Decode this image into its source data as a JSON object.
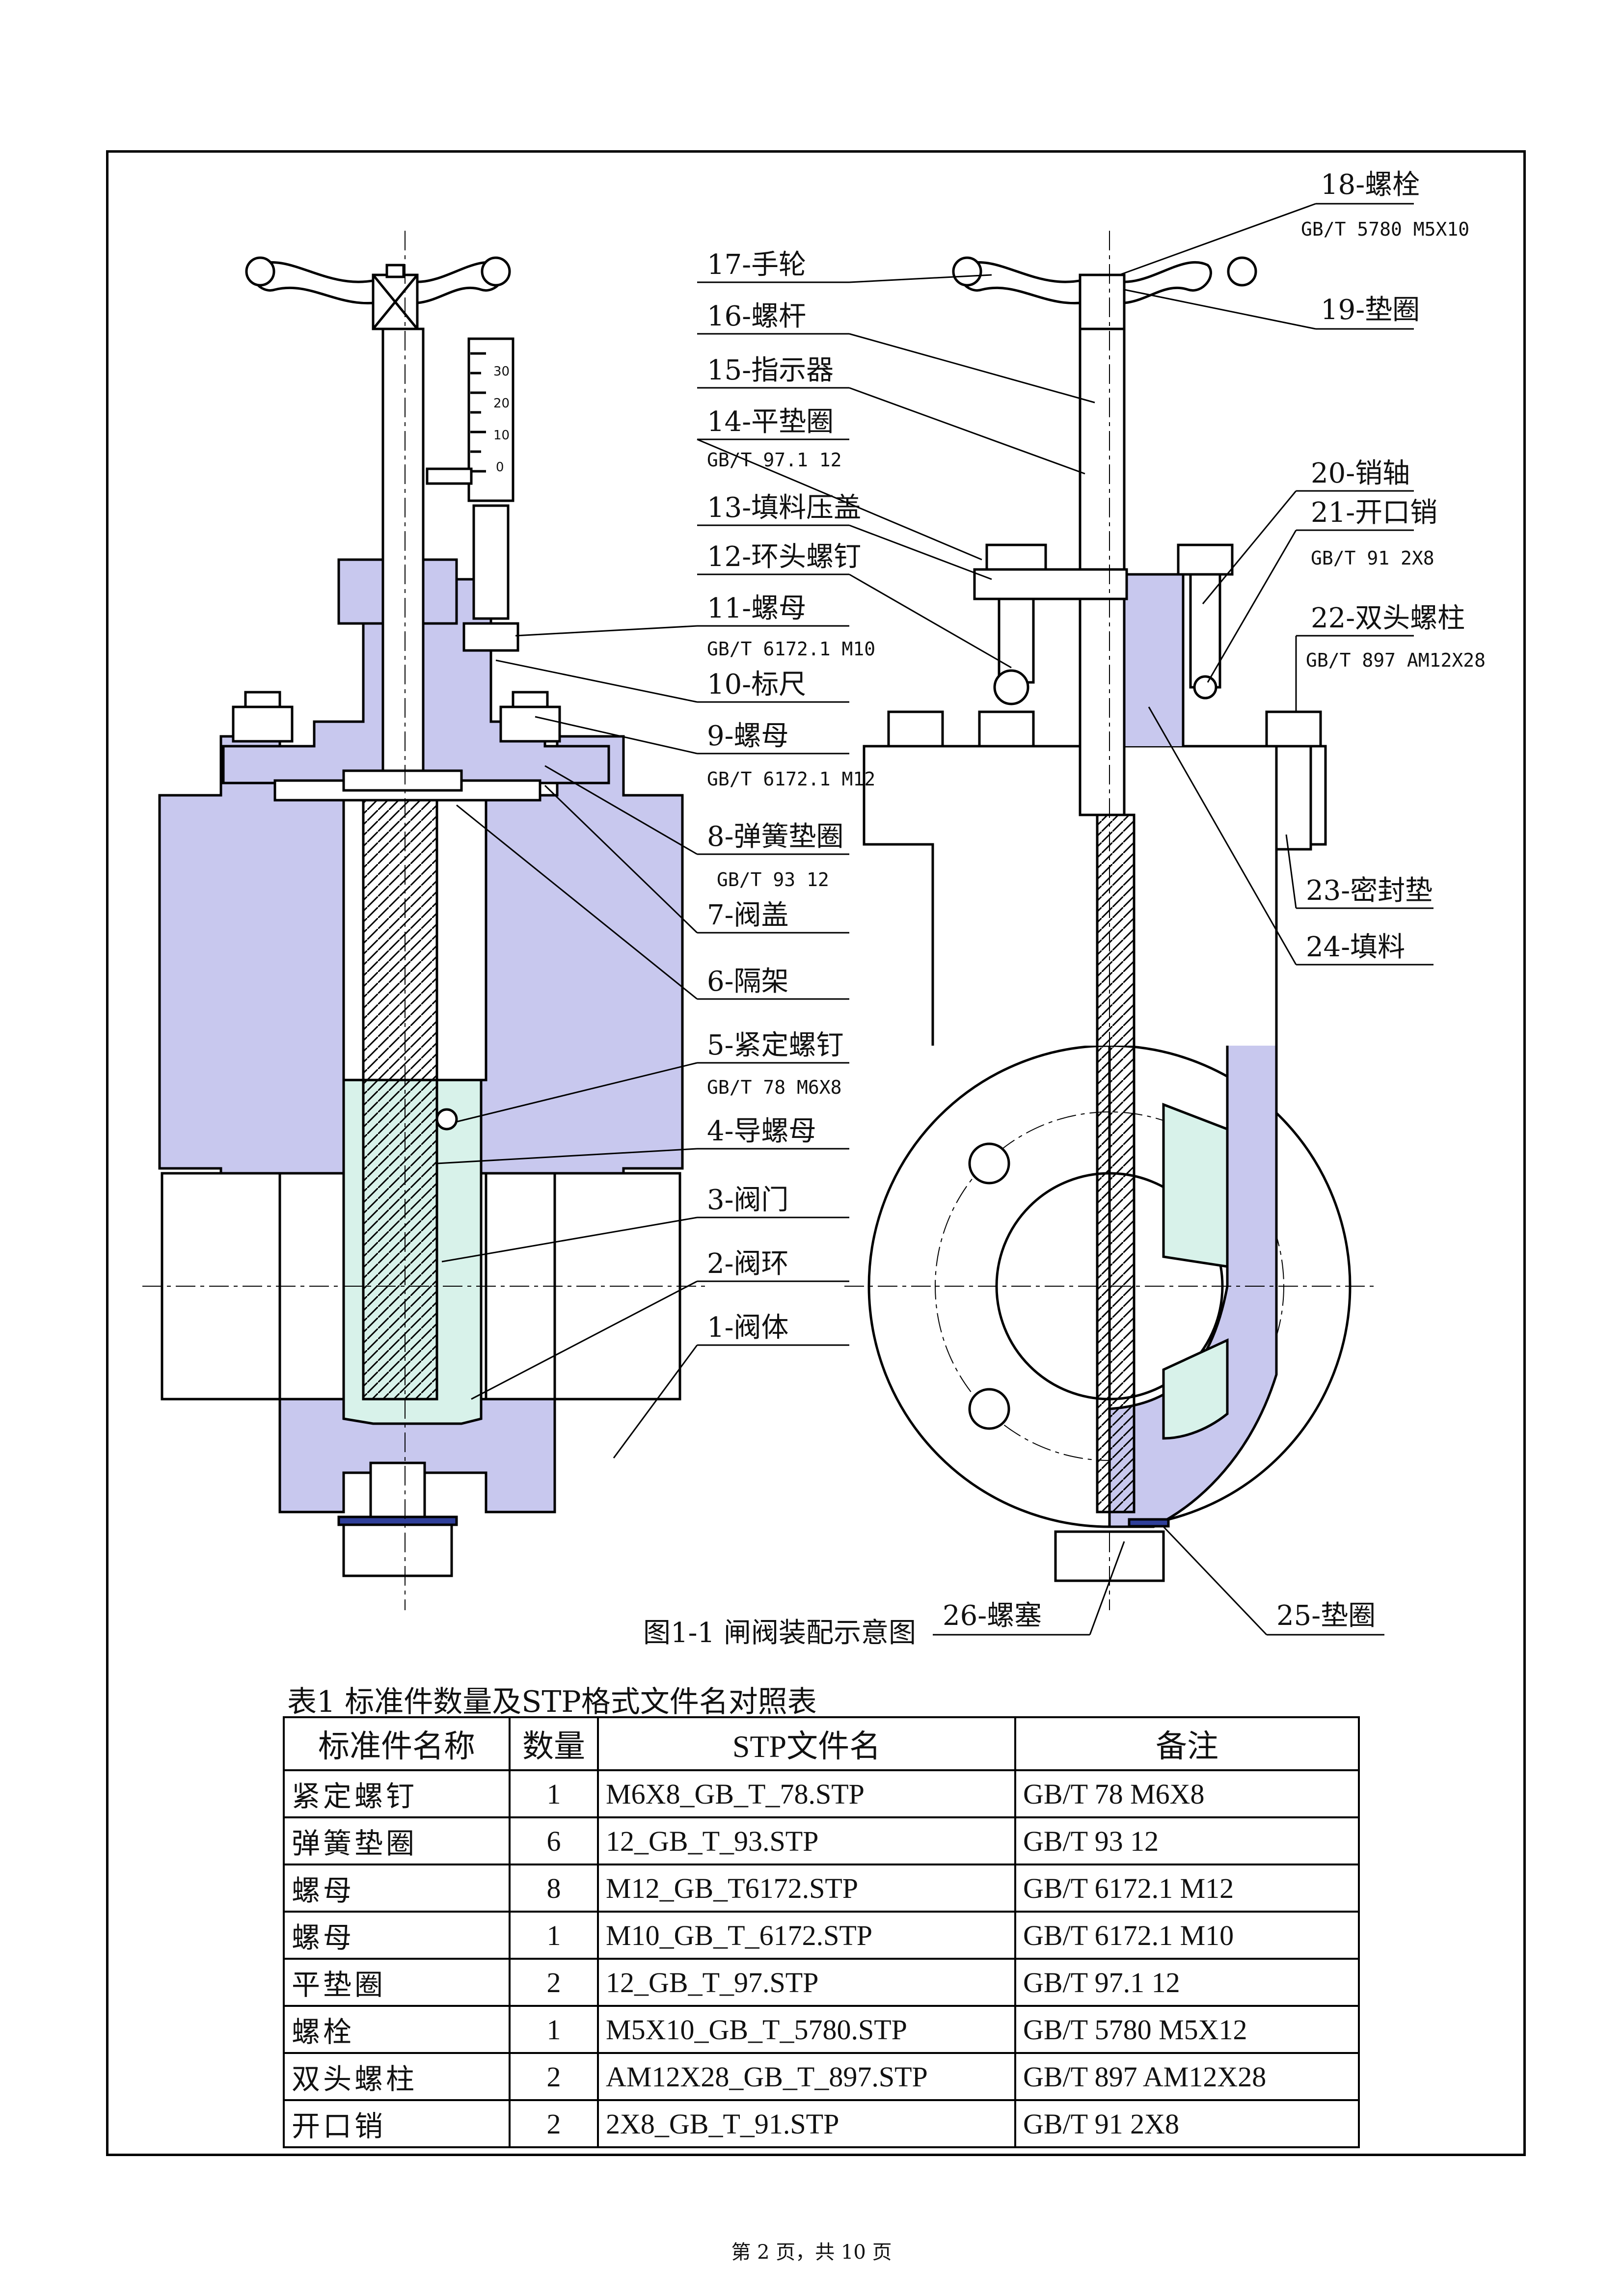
{
  "drawing": {
    "caption": "图1-1 闸阀装配示意图",
    "scale_ticks": [
      "30",
      "20",
      "10",
      "0"
    ],
    "callouts": [
      {
        "id": "18",
        "text": "18-螺栓",
        "sub": "GB/T 5780 M5X10"
      },
      {
        "id": "17",
        "text": "17-手轮",
        "sub": ""
      },
      {
        "id": "19",
        "text": "19-垫圈",
        "sub": ""
      },
      {
        "id": "16",
        "text": "16-螺杆",
        "sub": ""
      },
      {
        "id": "15",
        "text": "15-指示器",
        "sub": ""
      },
      {
        "id": "14",
        "text": "14-平垫圈",
        "sub": "GB/T 97.1 12"
      },
      {
        "id": "20",
        "text": "20-销轴",
        "sub": ""
      },
      {
        "id": "13",
        "text": "13-填料压盖",
        "sub": ""
      },
      {
        "id": "21",
        "text": "21-开口销",
        "sub": "GB/T 91 2X8"
      },
      {
        "id": "12",
        "text": "12-环头螺钉",
        "sub": ""
      },
      {
        "id": "22",
        "text": "22-双头螺柱",
        "sub": "GB/T 897 AM12X28"
      },
      {
        "id": "11",
        "text": "11-螺母",
        "sub": "GB/T 6172.1 M10"
      },
      {
        "id": "10",
        "text": "10-标尺",
        "sub": ""
      },
      {
        "id": "9",
        "text": "9-螺母",
        "sub": "GB/T 6172.1 M12"
      },
      {
        "id": "8",
        "text": "8-弹簧垫圈",
        "sub": "GB/T 93 12"
      },
      {
        "id": "23",
        "text": "23-密封垫",
        "sub": ""
      },
      {
        "id": "7",
        "text": "7-阀盖",
        "sub": ""
      },
      {
        "id": "24",
        "text": "24-填料",
        "sub": ""
      },
      {
        "id": "6",
        "text": "6-隔架",
        "sub": ""
      },
      {
        "id": "5",
        "text": "5-紧定螺钉",
        "sub": "GB/T 78 M6X8"
      },
      {
        "id": "4",
        "text": "4-导螺母",
        "sub": ""
      },
      {
        "id": "3",
        "text": "3-阀门",
        "sub": ""
      },
      {
        "id": "2",
        "text": "2-阀环",
        "sub": ""
      },
      {
        "id": "1",
        "text": "1-阀体",
        "sub": ""
      },
      {
        "id": "26",
        "text": "26-螺塞",
        "sub": ""
      },
      {
        "id": "25",
        "text": "25-垫圈",
        "sub": ""
      }
    ],
    "colors": {
      "body_fill": "#c8c8ee",
      "gate_fill": "#d8f2ea",
      "line": "#000000",
      "gasket": "#2f3f9a"
    }
  },
  "table": {
    "title": "表1 标准件数量及STP格式文件名对照表",
    "headers": [
      "标准件名称",
      "数量",
      "STP文件名",
      "备注"
    ],
    "rows": [
      [
        "紧定螺钉",
        "1",
        "M6X8_GB_T_78.STP",
        "GB/T 78 M6X8"
      ],
      [
        "弹簧垫圈",
        "6",
        "12_GB_T_93.STP",
        "GB/T 93 12"
      ],
      [
        "螺母",
        "8",
        "M12_GB_T6172.STP",
        "GB/T 6172.1 M12"
      ],
      [
        "螺母",
        "1",
        "M10_GB_T_6172.STP",
        "GB/T 6172.1 M10"
      ],
      [
        "平垫圈",
        "2",
        "12_GB_T_97.STP",
        "GB/T 97.1 12"
      ],
      [
        "螺栓",
        "1",
        "M5X10_GB_T_5780.STP",
        "GB/T 5780 M5X12"
      ],
      [
        "双头螺柱",
        "2",
        "AM12X28_GB_T_897.STP",
        "GB/T 897 AM12X28"
      ],
      [
        "开口销",
        "2",
        "2X8_GB_T_91.STP",
        "GB/T 91 2X8"
      ]
    ]
  },
  "footer": "第 2 页，共 10 页"
}
